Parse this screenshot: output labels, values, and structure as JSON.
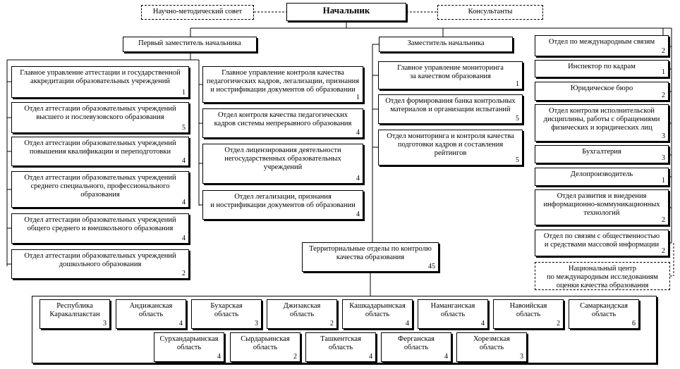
{
  "chief": "Начальник",
  "council": "Научно-методический совет",
  "consultants": "Консультанты",
  "first_deputy": {
    "title": "Первый заместитель начальника",
    "left_units": [
      {
        "name": "Главное управление аттестации и государственной\nаккредитации образовательных учреждений",
        "count": "1"
      },
      {
        "name": "Отдел аттестации образовательных учреждений\nвысшего и послевузовского образования",
        "count": "5"
      },
      {
        "name": "Отдел аттестации образовательных учреждений\nповышения квалификации и переподготовки",
        "count": "4"
      },
      {
        "name": "Отдел аттестации образовательных учреждений\nсреднего специального, профессионального\nобразования",
        "count": "4"
      },
      {
        "name": "Отдел аттестации образовательных учреждений\nобщего среднего и внешкольного образования",
        "count": "4"
      },
      {
        "name": "Отдел аттестации образовательных учреждений\nдошкольного образования",
        "count": "2"
      }
    ],
    "right_units": [
      {
        "name": "Главное управление контроля качества\nпедагогических кадров, легализации, признания\nи нострификации документов об образовании",
        "count": "1"
      },
      {
        "name": "Отдел контроля качества педагогических\nкадров системы непрерывного образования",
        "count": "4"
      },
      {
        "name": "Отдел лицензирования деятельности\nнегосударственных образовательных\nучреждений",
        "count": "4"
      },
      {
        "name": "Отдел легализации, признания\nи нострификации документов об образовании",
        "count": "4"
      }
    ]
  },
  "deputy": {
    "title": "Заместитель начальника",
    "units": [
      {
        "name": "Главное управление мониторинга\nза качеством образования",
        "count": "1"
      },
      {
        "name": "Отдел формирования банка контрольных\nматериалов и организации испытаний",
        "count": "5"
      },
      {
        "name": "Отдел мониторинга и контроля качества\nподготовки кадров и составления\nрейтингов",
        "count": "5"
      }
    ]
  },
  "direct_units": [
    {
      "name": "Отдел по международным связям",
      "count": "2"
    },
    {
      "name": "Инспектор по кадрам",
      "count": "1"
    },
    {
      "name": "Юридическое бюро",
      "count": "2"
    },
    {
      "name": "Отдел контроля исполнительской\nдисциплины, работы с обращениями\nфизических и юридических лиц",
      "count": "3"
    },
    {
      "name": "Бухгалтерия",
      "count": "3"
    },
    {
      "name": "Делопроизводитель",
      "count": "1"
    },
    {
      "name": "Отдел развития и внедрения\nинформационно-коммуникационных\nтехнологий",
      "count": "2"
    },
    {
      "name": "Отдел по связям с общественностью\nи средствами массовой информации",
      "count": "2"
    }
  ],
  "national_center": "Национальный центр\nпо международным исследованиям\nоценки качества образования",
  "territorial": {
    "title": "Территориальные отделы по контролю\nкачества образования",
    "count": "45",
    "row1": [
      {
        "name": "Республика\nКаракалпакстан",
        "count": "3"
      },
      {
        "name": "Андижанская\nобласть",
        "count": "4"
      },
      {
        "name": "Бухарская\nобласть",
        "count": "3"
      },
      {
        "name": "Джизакская\nобласть",
        "count": "2"
      },
      {
        "name": "Кашкадарьинская\nобласть",
        "count": "4"
      },
      {
        "name": "Наманганская\nобласть",
        "count": "4"
      },
      {
        "name": "Навоийская\nобласть",
        "count": "2"
      },
      {
        "name": "Самаркандская\nобласть",
        "count": "6"
      }
    ],
    "row2": [
      {
        "name": "Сурхандарьинская\nобласть",
        "count": "4"
      },
      {
        "name": "Сырдарьинская\nобласть",
        "count": "2"
      },
      {
        "name": "Ташкентская\nобласть",
        "count": "4"
      },
      {
        "name": "Ферганская\nобласть",
        "count": "4"
      },
      {
        "name": "Хорезмская\nобласть",
        "count": "3"
      }
    ]
  }
}
